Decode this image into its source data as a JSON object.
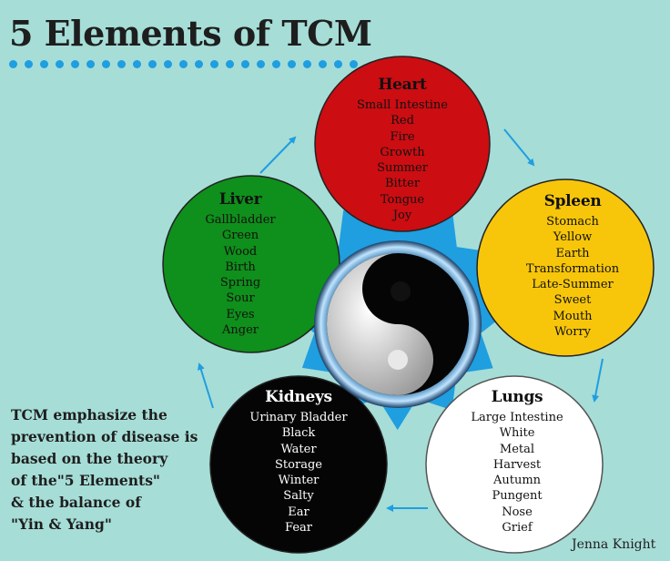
{
  "title": "5 Elements of TCM",
  "colors": {
    "background": "#a6ddd7",
    "accent_blue": "#1f9ee0",
    "heart": "#cc0d12",
    "liver": "#0f8f1b",
    "spleen": "#f7c60a",
    "lungs": "#ffffff",
    "kidneys": "#050505"
  },
  "elements": {
    "heart": {
      "name": "Heart",
      "items": [
        "Small Intestine",
        "Red",
        "Fire",
        "Growth",
        "Summer",
        "Bitter",
        "Tongue",
        "Joy"
      ]
    },
    "liver": {
      "name": "Liver",
      "items": [
        "Gallbladder",
        "Green",
        "Wood",
        "Birth",
        "Spring",
        "Sour",
        "Eyes",
        "Anger"
      ]
    },
    "spleen": {
      "name": "Spleen",
      "items": [
        "Stomach",
        "Yellow",
        "Earth",
        "Transformation",
        "Late-Summer",
        "Sweet",
        "Mouth",
        "Worry"
      ]
    },
    "kidneys": {
      "name": "Kidneys",
      "items": [
        "Urinary Bladder",
        "Black",
        "Water",
        "Storage",
        "Winter",
        "Salty",
        "Ear",
        "Fear"
      ]
    },
    "lungs": {
      "name": "Lungs",
      "items": [
        "Large Intestine",
        "White",
        "Metal",
        "Harvest",
        "Autumn",
        "Pungent",
        "Nose",
        "Grief"
      ]
    }
  },
  "note": {
    "lines": [
      "TCM emphasize the",
      "prevention of disease is",
      "based on the theory",
      "of the\"5 Elements\"",
      "& the balance of",
      "\"Yin & Yang\""
    ]
  },
  "credit": "Jenna Knight",
  "center_icon": "yin-yang-icon"
}
